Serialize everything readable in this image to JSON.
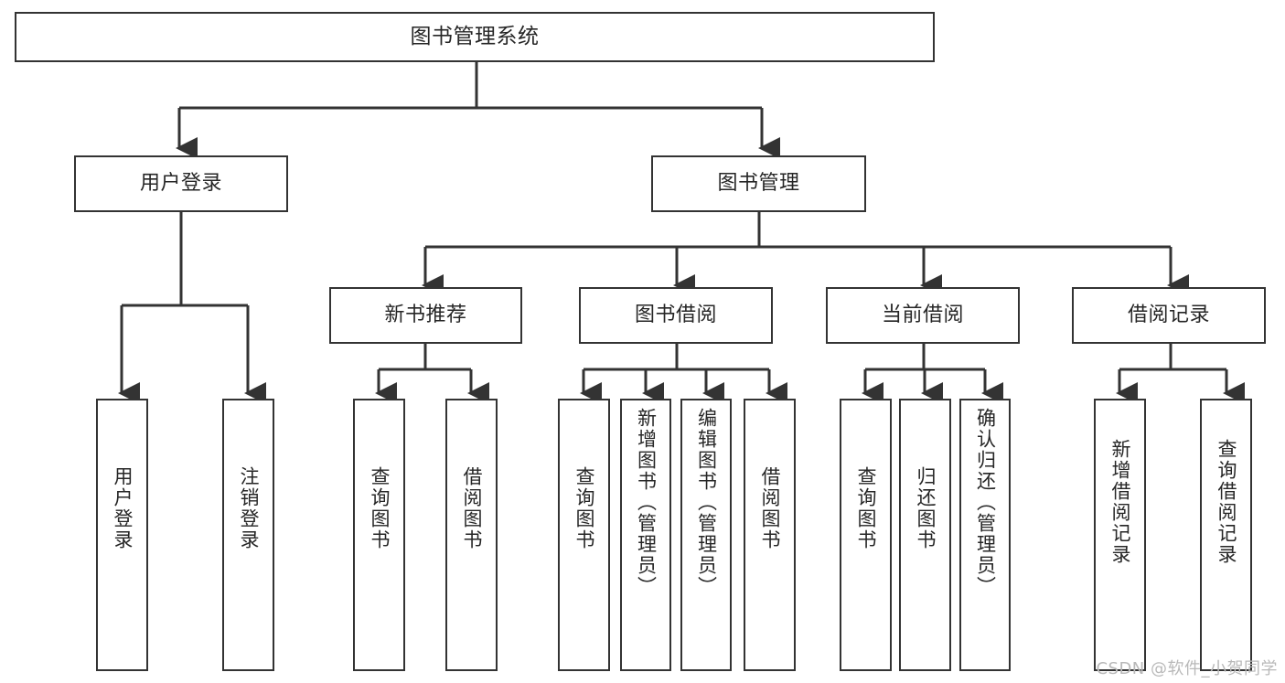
{
  "diagram": {
    "type": "tree",
    "title": "图书管理系统",
    "root": {
      "label": "图书管理系统"
    },
    "level2": [
      {
        "label": "用户登录"
      },
      {
        "label": "图书管理"
      }
    ],
    "level3": [
      {
        "label": "新书推荐"
      },
      {
        "label": "图书借阅"
      },
      {
        "label": "当前借阅"
      },
      {
        "label": "借阅记录"
      }
    ],
    "leaves": {
      "user_login": [
        {
          "label": "用户登录"
        },
        {
          "label": "注销登录"
        }
      ],
      "new_book_recommend": [
        {
          "label": "查询图书"
        },
        {
          "label": "借阅图书"
        }
      ],
      "book_borrow": [
        {
          "label": "查询图书"
        },
        {
          "label": "新增图书（管理员）"
        },
        {
          "label": "编辑图书（管理员）"
        },
        {
          "label": "借阅图书"
        }
      ],
      "current_borrow": [
        {
          "label": "查询图书"
        },
        {
          "label": "归还图书"
        },
        {
          "label": "确认归还（管理员）"
        }
      ],
      "borrow_record": [
        {
          "label": "新增借阅记录"
        },
        {
          "label": "查询借阅记录"
        }
      ]
    }
  },
  "watermark": {
    "text": "CSDN @软件_小贺同学"
  },
  "colors": {
    "stroke": "#333333",
    "text": "#262626",
    "background": "#ffffff",
    "watermark": "#b9b9b9"
  }
}
